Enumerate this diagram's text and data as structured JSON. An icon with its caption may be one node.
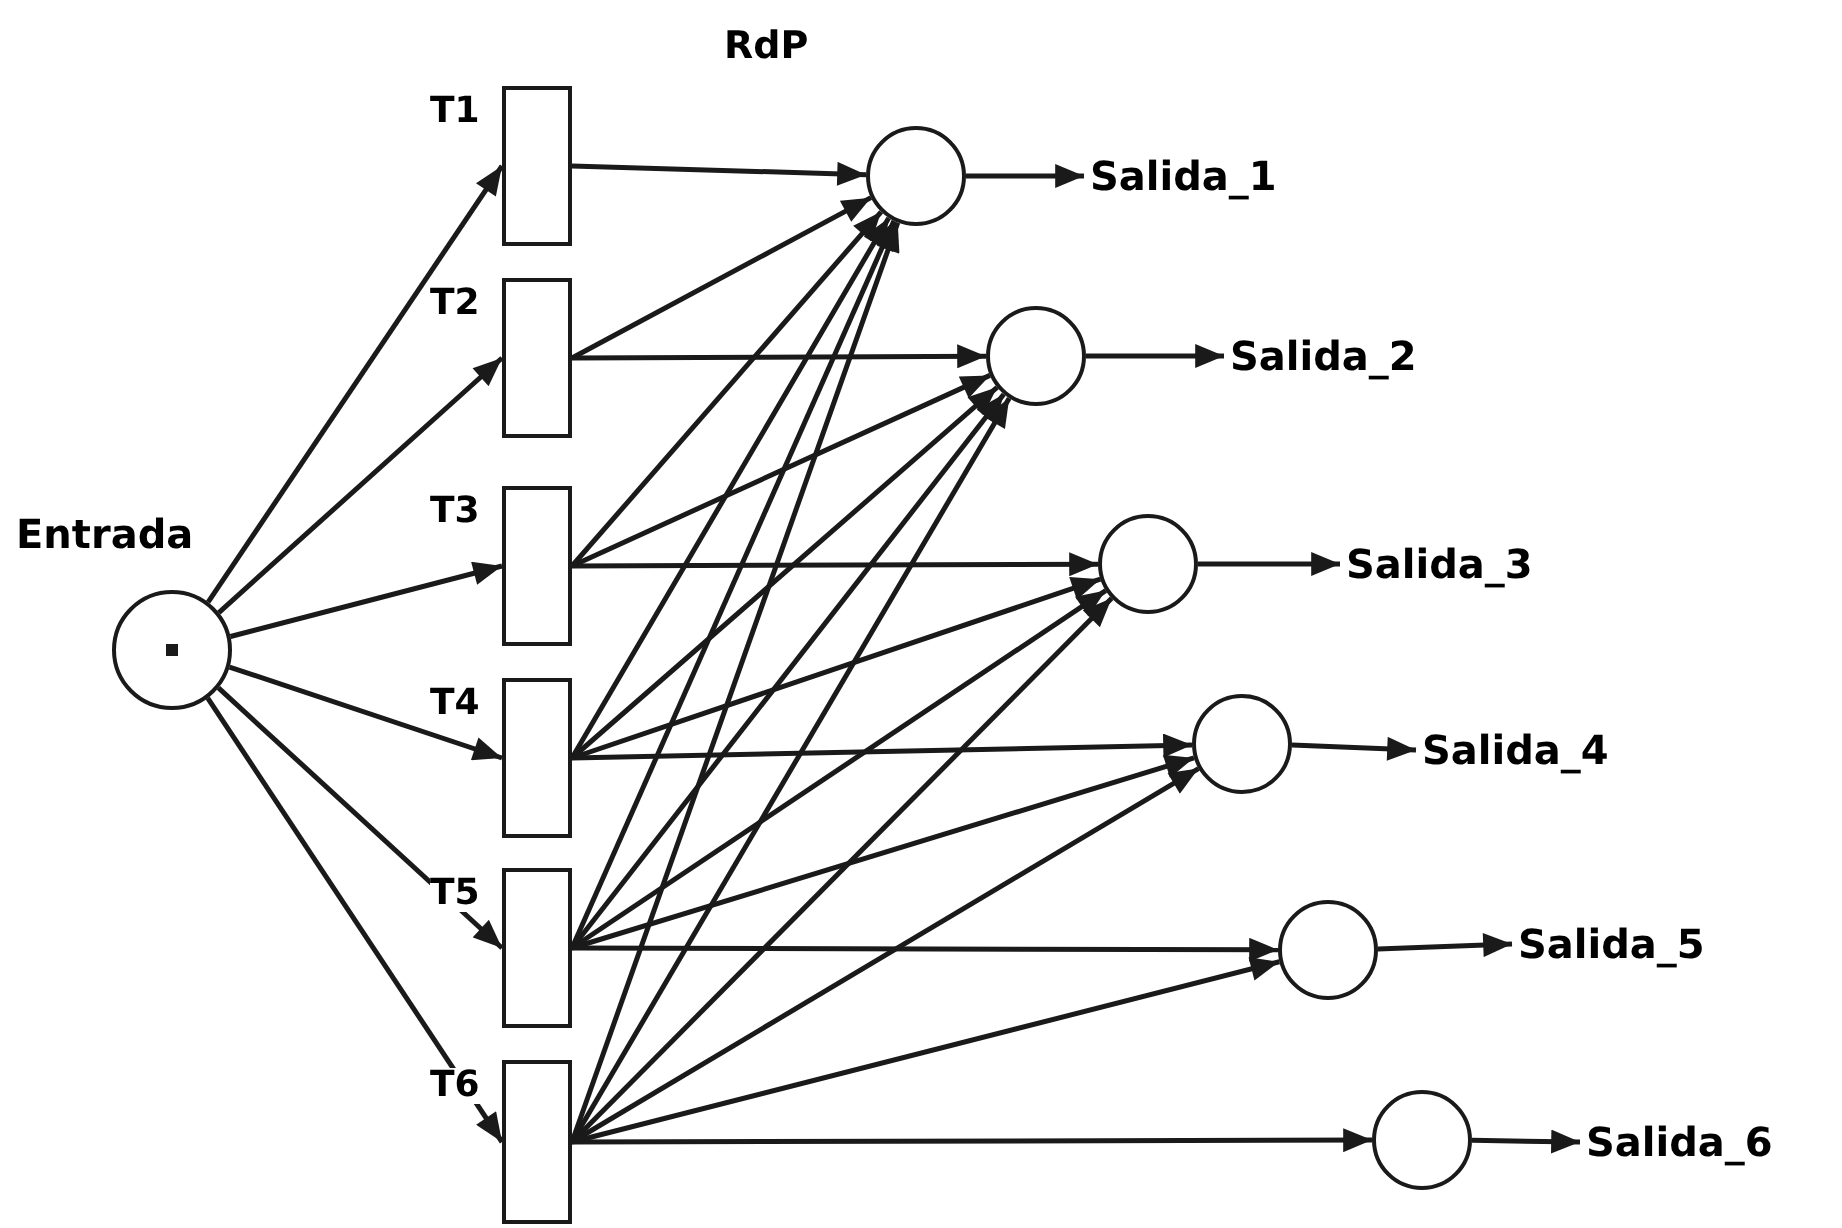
{
  "diagram": {
    "nodes": [
      {
        "text": [
          "Entrada"
        ]
      },
      {
        "text": [
          "T1"
        ]
      },
      {
        "text": [
          "T2"
        ]
      },
      {
        "text": [
          "T3"
        ]
      },
      {
        "text": [
          "T4"
        ]
      },
      {
        "text": [
          "T5"
        ]
      },
      {
        "text": [
          "T6"
        ]
      },
      {
        "text": [],
        "shape": "circle"
      },
      {
        "text": [],
        "shape": "circle"
      },
      {
        "text": [],
        "shape": "circle"
      },
      {
        "text": [],
        "shape": "circle"
      },
      {
        "text": [],
        "shape": "circle"
      },
      {
        "text": [],
        "shape": "circle"
      },
      {
        "text": [
          "Salida_1"
        ]
      },
      {
        "text": [
          "Salida_2"
        ]
      },
      {
        "text": [
          "Salida_3"
        ]
      },
      {
        "text": [
          "Salida_4"
        ]
      },
      {
        "text": [
          "Salida_5"
        ]
      },
      {
        "text": [
          "Salida_6"
        ]
      }
    ],
    "edges": [
      {
        "from": 0,
        "to": 1,
        "arrow": "to"
      },
      {
        "from": 0,
        "to": 2,
        "arrow": "to"
      },
      {
        "from": 0,
        "to": 3,
        "arrow": "to"
      },
      {
        "from": 0,
        "to": 4,
        "arrow": "to"
      },
      {
        "from": 0,
        "to": 5,
        "arrow": "to"
      },
      {
        "from": 0,
        "to": 6,
        "arrow": "to"
      },
      {
        "from": 1,
        "to": 7,
        "arrow": "to"
      },
      {
        "from": 2,
        "to": 7,
        "arrow": "to"
      },
      {
        "from": 2,
        "to": 8,
        "arrow": "to"
      },
      {
        "from": 3,
        "to": 7,
        "arrow": "to"
      },
      {
        "from": 3,
        "to": 8,
        "arrow": "to"
      },
      {
        "from": 3,
        "to": 9,
        "arrow": "to"
      },
      {
        "from": 4,
        "to": 7,
        "arrow": "to"
      },
      {
        "from": 4,
        "to": 8,
        "arrow": "to"
      },
      {
        "from": 4,
        "to": 9,
        "arrow": "to"
      },
      {
        "from": 4,
        "to": 10,
        "arrow": "to"
      },
      {
        "from": 5,
        "to": 7,
        "arrow": "to"
      },
      {
        "from": 5,
        "to": 8,
        "arrow": "to"
      },
      {
        "from": 5,
        "to": 9,
        "arrow": "to"
      },
      {
        "from": 5,
        "to": 10,
        "arrow": "to"
      },
      {
        "from": 5,
        "to": 11,
        "arrow": "to"
      },
      {
        "from": 6,
        "to": 7,
        "arrow": "to"
      },
      {
        "from": 6,
        "to": 8,
        "arrow": "to"
      },
      {
        "from": 6,
        "to": 9,
        "arrow": "to"
      },
      {
        "from": 6,
        "to": 10,
        "arrow": "to"
      },
      {
        "from": 6,
        "to": 11,
        "arrow": "to"
      },
      {
        "from": 6,
        "to": 12,
        "arrow": "to"
      },
      {
        "from": 7,
        "to": 13,
        "arrow": "to"
      },
      {
        "from": 8,
        "to": 14,
        "arrow": "to"
      },
      {
        "from": 9,
        "to": 15,
        "arrow": "to"
      },
      {
        "from": 10,
        "to": 16,
        "arrow": "to"
      },
      {
        "from": 11,
        "to": 17,
        "arrow": "to"
      },
      {
        "from": 12,
        "to": 18,
        "arrow": "to"
      }
    ],
    "labels": [
      "RdP"
    ]
  }
}
